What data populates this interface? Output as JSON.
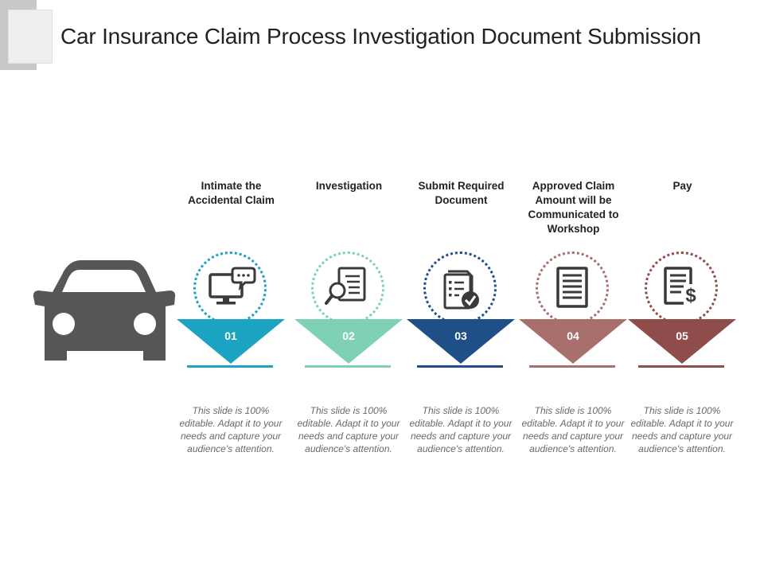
{
  "title": "Car Insurance Claim Process Investigation Document Submission",
  "steps": [
    {
      "number": "01",
      "title": "Intimate the Accidental Claim",
      "description": "This slide is 100% editable. Adapt it to your needs and capture your audience's attention.",
      "color": "#1ca3c2",
      "bar_color": "#1ca3c2",
      "icon": "computer-chat-icon"
    },
    {
      "number": "02",
      "title": "Investigation",
      "description": "This slide is 100% editable. Adapt it to your needs and capture your audience's attention.",
      "color": "#7fd1b6",
      "bar_color": "#7fd1b6",
      "icon": "magnifier-document-icon"
    },
    {
      "number": "03",
      "title": "Submit Required Document",
      "description": "This slide is 100% editable. Adapt it to your needs and capture your audience's attention.",
      "color": "#1e4f86",
      "bar_color": "#1e4f86",
      "icon": "clipboard-check-icon"
    },
    {
      "number": "04",
      "title": "Approved Claim Amount will be Communicated to Workshop",
      "description": "This slide is 100% editable. Adapt it to your needs and capture your audience's attention.",
      "color": "#a86f6c",
      "bar_color": "#a86f6c",
      "icon": "document-lines-icon"
    },
    {
      "number": "05",
      "title": "Pay",
      "description": "This slide is 100% editable. Adapt it to your needs and capture your audience's attention.",
      "color": "#8e4c4a",
      "bar_color": "#8e4c4a",
      "icon": "invoice-dollar-icon"
    }
  ],
  "car_color": "#565656",
  "icon_color": "#3a3a3a"
}
